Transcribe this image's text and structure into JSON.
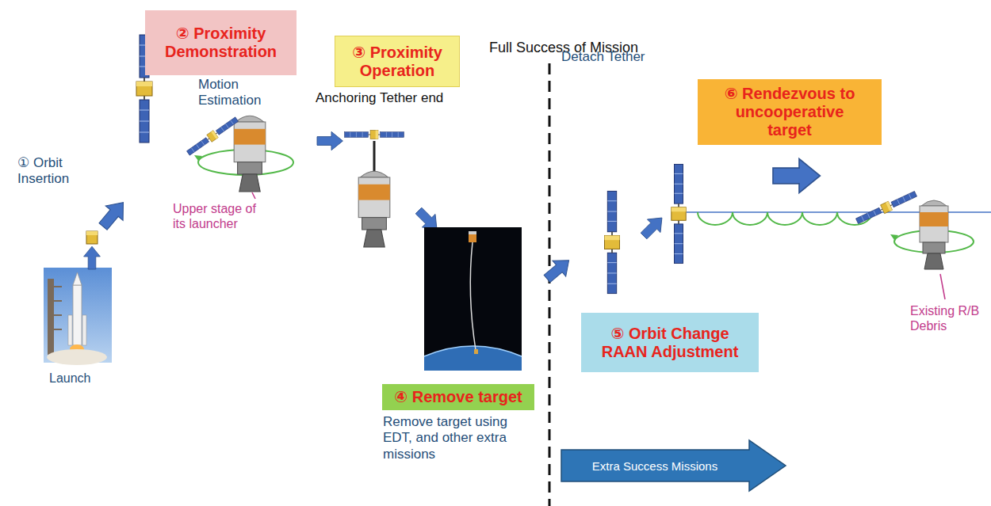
{
  "diagram": {
    "nodes": [
      {
        "text": [
          "② Proximity Demonstration"
        ]
      },
      {
        "text": [
          "③ Proximity Operation"
        ]
      },
      {
        "text": [
          "⑥ Rendezvous to uncooperative target"
        ]
      },
      {
        "text": [
          "④ Remove target"
        ]
      },
      {
        "text": [
          "⑤ Orbit Change RAAN Adjustment"
        ]
      },
      {
        "text": [
          "Extra Success Missions"
        ]
      }
    ],
    "labels": [
      "① Orbit Insertion",
      "Launch",
      "Motion Estimation",
      "Upper stage of its launcher",
      "Anchoring Tether end",
      "Full Success of Mission",
      "Detach Tether",
      "Remove target using EDT, and other extra missions",
      "Existing R/B Debris"
    ]
  }
}
